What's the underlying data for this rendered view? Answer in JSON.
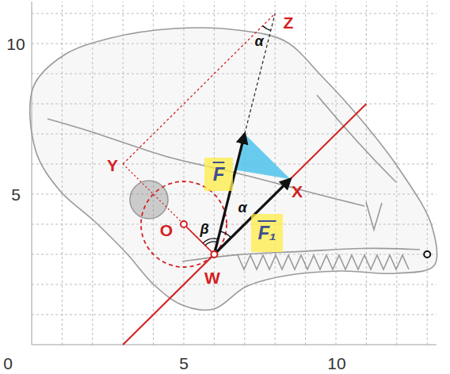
{
  "diagram": {
    "nodes": [
      {
        "text": [
          "F"
        ]
      },
      {
        "text": [
          "F₁"
        ]
      }
    ],
    "labels": [
      "10",
      "5",
      "0",
      "5",
      "10",
      "Z",
      "Y",
      "X",
      "W",
      "O",
      "α",
      "α",
      "β"
    ]
  }
}
